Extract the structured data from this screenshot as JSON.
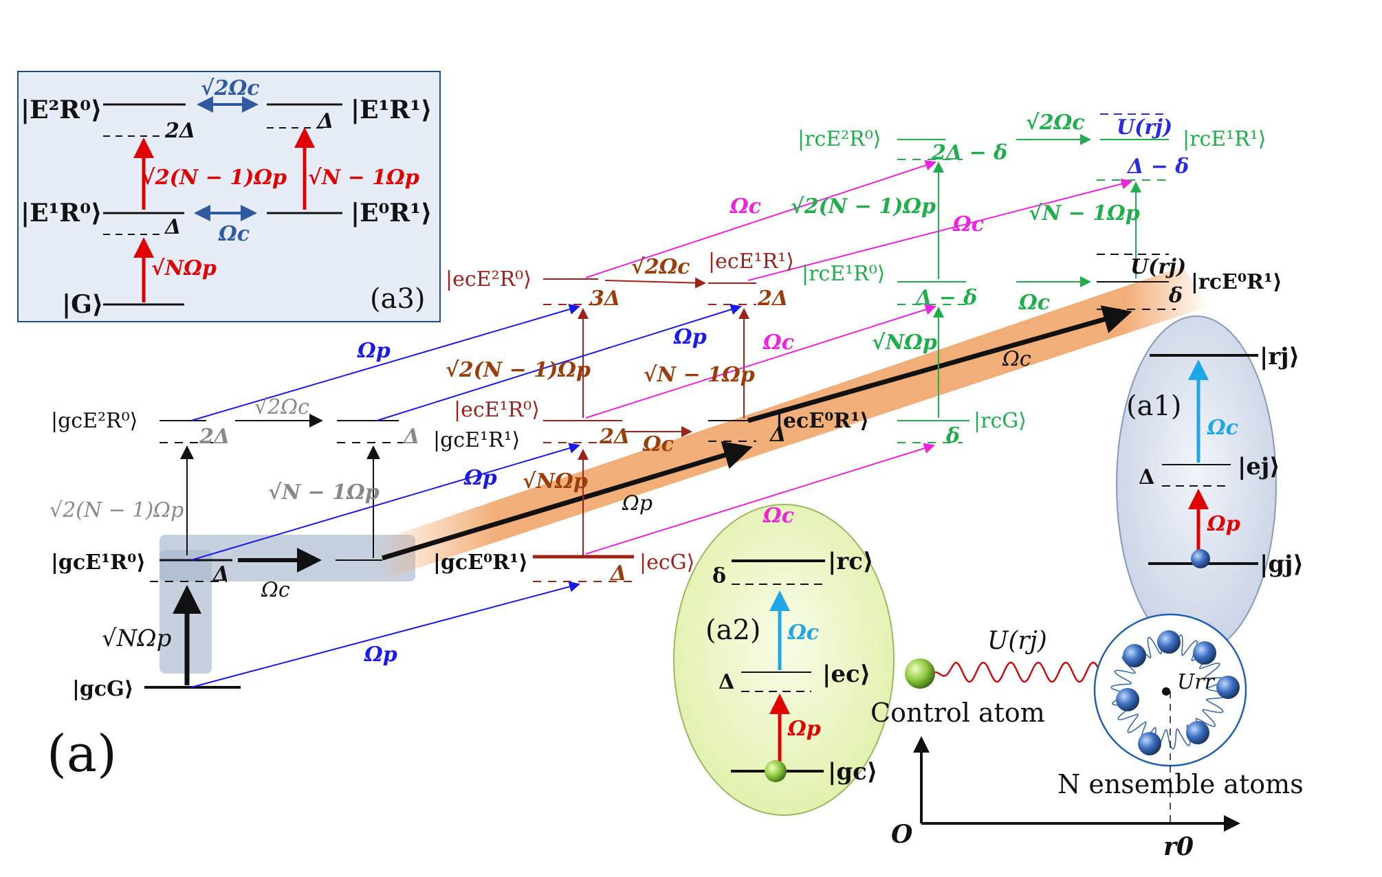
{
  "figure_label": "(a)",
  "colors": {
    "black": "#111111",
    "red": "#c00000",
    "darkred": "#a0201a",
    "brown": "#9a3d0a",
    "green": "#1fae4b",
    "magenta": "#ee22dd",
    "blue": "#1a1ae6",
    "cyan": "#1fa6e6",
    "gray": "#888888",
    "inset_bg": "#e6edf6",
    "a2_bg": "#eef8cf",
    "a1_bg": "#e6ebf4",
    "beam": "#f0a060"
  },
  "inset_a3": {
    "label": "(a3)",
    "states": {
      "e2r0": "|E²R⁰⟩",
      "e1r1": "|E¹R¹⟩",
      "e1r0": "|E¹R⁰⟩",
      "e0r1": "|E⁰R¹⟩",
      "g": "|G⟩"
    },
    "detunings": {
      "two_delta": "2Δ",
      "delta_top": "Δ",
      "delta_mid": "Δ"
    },
    "couplings": {
      "sqrt2_oc": "√2Ωc",
      "oc": "Ωc",
      "sqrt_2n1_op": "√2(N − 1)Ωp",
      "sqrt_n1_op": "√N − 1Ωp",
      "sqrtn_op": "√NΩp"
    }
  },
  "main": {
    "states": {
      "gcE2R0": "|gcE²R⁰⟩",
      "gcE1R1": "|gcE¹R¹⟩",
      "gcE1R0": "|gcE¹R⁰⟩",
      "gcE0R1": "|gcE⁰R¹⟩",
      "gcG": "|gcG⟩",
      "ecE2R0": "|ecE²R⁰⟩",
      "ecE1R1": "|ecE¹R¹⟩",
      "ecE1R0": "|ecE¹R⁰⟩",
      "ecE0R1": "|ecE⁰R¹⟩",
      "ecG": "|ecG⟩",
      "rcE2R0": "|rcE²R⁰⟩",
      "rcE1R1": "|rcE¹R¹⟩",
      "rcE1R0": "|rcE¹R⁰⟩",
      "rcE0R1": "|rcE⁰R¹⟩",
      "rcG": "|rcG⟩"
    },
    "detunings": {
      "g_2d": "2Δ",
      "g_d1": "Δ",
      "g_d2": "Δ",
      "e_3d": "3Δ",
      "e_2d_a": "2Δ",
      "e_2d_b": "2Δ",
      "e_d_a": "Δ",
      "e_d_b": "Δ",
      "r_2dd": "2Δ − δ",
      "r_dd_a": "Δ − δ",
      "r_dd_b": "Δ − δ",
      "r_d": "δ",
      "r_delta": "δ",
      "u_top": "U(rj)",
      "u_mid": "U(rj)"
    },
    "couplings": {
      "g_sqrt2_oc": "√2Ωc",
      "g_oc": "Ωc",
      "g_sqrt2n1_op": "√2(N − 1)Ωp",
      "g_sqrtn1_op": "√N − 1Ωp",
      "g_sqrtn_op": "√NΩp",
      "beam_op": "Ωp",
      "beam_oc": "Ωc",
      "e_sqrt2_oc": "√2Ωc",
      "e_oc": "Ωc",
      "e_sqrt2n1_op": "√2(N − 1)Ωp",
      "e_sqrtn1_op": "√N − 1Ωp",
      "e_sqrtn_op": "√NΩp",
      "r_sqrt2_oc": "√2Ωc",
      "r_oc": "Ωc",
      "r_sqrt2n1_op": "√2(N − 1)Ωp",
      "r_sqrtn1_op": "√N − 1Ωp",
      "r_sqrtn_op": "√NΩp",
      "mag_oc_1": "Ωc",
      "mag_oc_2": "Ωc",
      "mag_oc_3": "Ωc",
      "mag_oc_4": "Ωc",
      "blue_op_1": "Ωp",
      "blue_op_2": "Ωp",
      "blue_op_3": "Ωp",
      "blue_op_4": "Ωp"
    }
  },
  "inset_a1": {
    "label": "(a1)",
    "states": {
      "r": "|rj⟩",
      "e": "|ej⟩",
      "g": "|gj⟩"
    },
    "delta": "Δ",
    "oc": "Ωc",
    "op": "Ωp"
  },
  "inset_a2": {
    "label": "(a2)",
    "states": {
      "r": "|rc⟩",
      "e": "|ec⟩",
      "g": "|gc⟩"
    },
    "delta_r": "δ",
    "delta_e": "Δ",
    "oc": "Ωc",
    "op": "Ωp"
  },
  "atoms": {
    "interaction": "U(rj)",
    "urr": "Urr",
    "control": "Control atom",
    "ensemble": "N ensemble atoms",
    "origin": "O",
    "r0": "r0"
  }
}
